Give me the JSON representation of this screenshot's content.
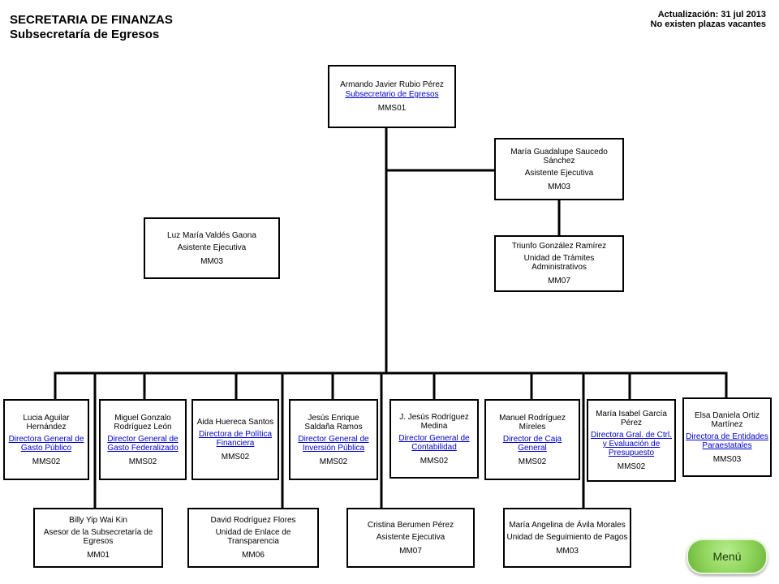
{
  "header": {
    "title": "SECRETARIA DE FINANZAS",
    "subtitle": "Subsecretaría de Egresos",
    "update": "Actualización: 31 jul 2013",
    "vacancies": "No existen plazas vacantes"
  },
  "root": {
    "name": "Armando Javier Rubio Pérez",
    "role": "Subsecretario de Egresos",
    "code": "MMS01"
  },
  "assistant_right": {
    "name": "María Guadalupe Saucedo Sánchez",
    "role": "Asistente Ejecutiva",
    "code": "MM03"
  },
  "tramites": {
    "name": "Triunfo González Ramírez",
    "role": "Unidad de Trámites Administrativos",
    "code": "MM07"
  },
  "assistant_left": {
    "name": "Luz María Valdés Gaona",
    "role": "Asistente Ejecutiva",
    "code": "MM03"
  },
  "directors": [
    {
      "name": "Lucia Aguilar Hernández",
      "role": "Directora General de Gasto Público",
      "code": "MMS02"
    },
    {
      "name": "Miguel Gonzalo Rodríguez León",
      "role": "Director General de Gasto Federalizado",
      "code": "MMS02"
    },
    {
      "name": "Aida Huereca Santos",
      "role": "Directora de Política Financiera",
      "code": "MMS02"
    },
    {
      "name": "Jesús Enrique Saldaña Ramos",
      "role": "Director General de Inversión Pública",
      "code": "MMS02"
    },
    {
      "name": "J. Jesús Rodríguez Medina",
      "role": "Director General de Contabilidad",
      "code": "MMS02"
    },
    {
      "name": "Manuel Rodríguez Míreles",
      "role": "Director de Caja General",
      "code": "MMS02"
    },
    {
      "name": "María Isabel García Pérez",
      "role": "Directora Gral. de Ctrl. y Evaluación de Presupuesto",
      "code": "MMS02"
    },
    {
      "name": "Elsa Daniela Ortiz Martínez",
      "role": "Directora de Entidades Paraestatales",
      "code": "MMS03"
    }
  ],
  "bottom": [
    {
      "name": "Billy Yip Wai Kin",
      "role": "Asesor de la Subsecretaría de Egresos",
      "code": "MM01"
    },
    {
      "name": "David Rodríguez Flores",
      "role": "Unidad de Enlace de Transparencia",
      "code": "MM06"
    },
    {
      "name": "Cristina Berumen Pérez",
      "role": "Asistente Ejecutiva",
      "code": "MM07"
    },
    {
      "name": "María Angelina de Ávila Morales",
      "role": "Unidad de Seguimiento de Pagos",
      "code": "MM03"
    }
  ],
  "menu": {
    "label": "Menú",
    "accent": "#8fd45a"
  },
  "link_color": "#0000cc"
}
